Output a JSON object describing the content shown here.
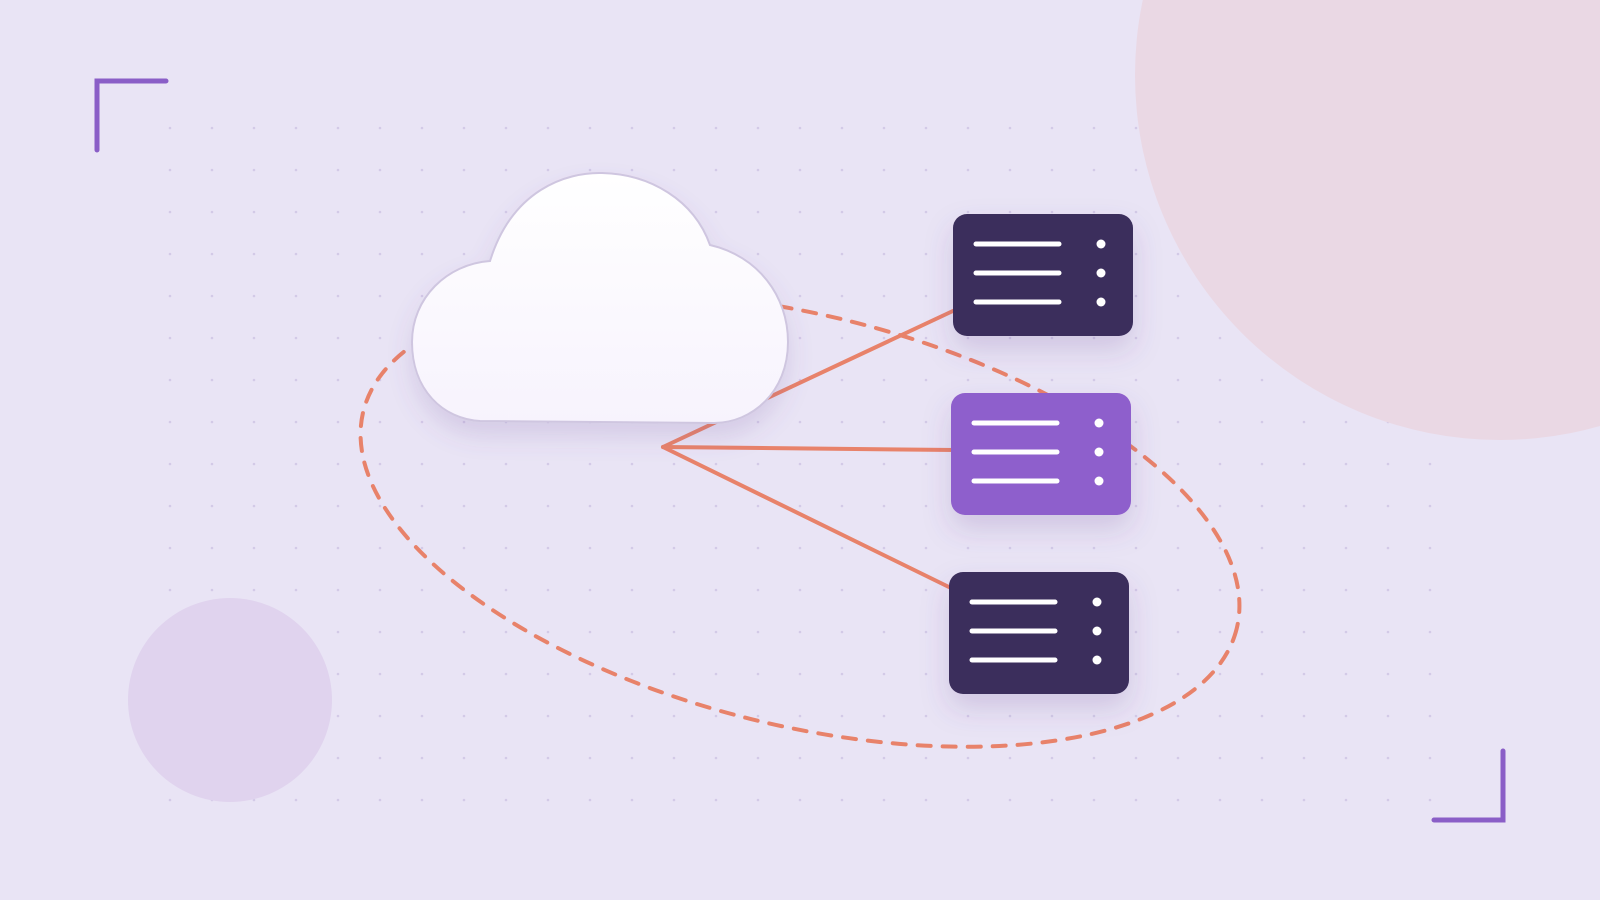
{
  "colors": {
    "background": "#e9e4f5",
    "dot_grid": "#d3cae7",
    "blob_pink": "#ead8e4",
    "blob_purple": "#e0d3ee",
    "corner_bracket": "#8a5ec7",
    "connector": "#e8826a",
    "cloud_fill": "#ffffff",
    "cloud_stroke": "#cfc6e0",
    "server_dark": "#3a2f5c",
    "server_highlight": "#8e5fcc",
    "server_line": "#ffffff"
  },
  "diagram": {
    "hub": {
      "icon": "cloud-icon"
    },
    "servers": [
      {
        "icon": "server-icon",
        "variant": "dark",
        "slots": 3
      },
      {
        "icon": "server-icon",
        "variant": "highlight",
        "slots": 3
      },
      {
        "icon": "server-icon",
        "variant": "dark",
        "slots": 3
      }
    ],
    "boundary": {
      "style": "dashed-ellipse"
    }
  }
}
